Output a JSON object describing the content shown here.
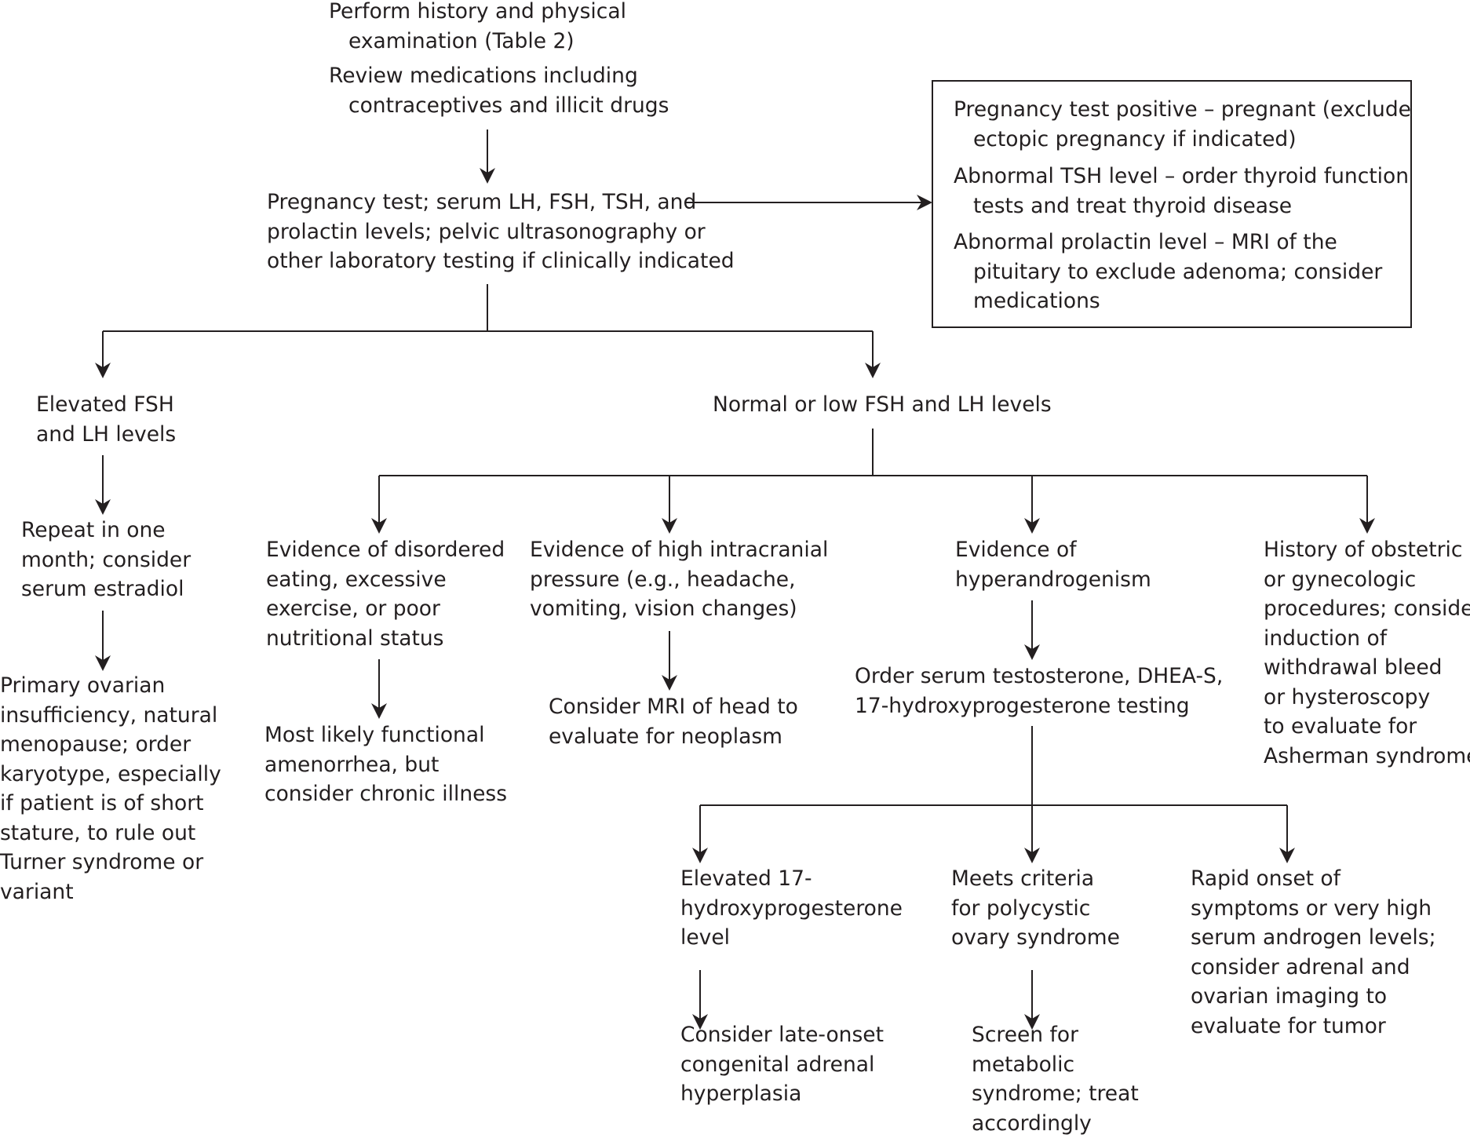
{
  "nodes": {
    "history": [
      "Perform history and physical",
      "examination (Table 2)"
    ],
    "medications": [
      "Review medications including",
      "contraceptives and illicit drugs"
    ],
    "tests": [
      "Pregnancy test; serum LH, FSH, TSH, and",
      "prolactin levels; pelvic ultrasonography or",
      "other laboratory testing if clinically indicated"
    ],
    "box_pregnancy": [
      "Pregnancy test positive – pregnant (exclude",
      "ectopic pregnancy if indicated)"
    ],
    "box_tsh": [
      "Abnormal TSH level – order thyroid function",
      "tests and treat thyroid disease"
    ],
    "box_prolactin": [
      "Abnormal prolactin level – MRI of the",
      "pituitary to exclude adenoma; consider",
      "medications"
    ],
    "elevated_fsh": [
      "Elevated FSH",
      "and LH levels"
    ],
    "normal_fsh": [
      "Normal or low FSH and LH levels"
    ],
    "repeat": [
      "Repeat in one",
      "month; consider",
      "serum estradiol"
    ],
    "primary_ovarian": [
      "Primary ovarian",
      "insufficiency, natural",
      "menopause; order",
      "karyotype, especially",
      "if patient is of short",
      "stature, to rule out",
      "Turner syndrome or",
      "variant"
    ],
    "disordered_eating": [
      "Evidence of disordered",
      "eating, excessive",
      "exercise, or poor",
      "nutritional status"
    ],
    "functional_amenorrhea": [
      "Most likely functional",
      "amenorrhea, but",
      "consider chronic illness"
    ],
    "intracranial": [
      "Evidence of high intracranial",
      "pressure (e.g., headache,",
      "vomiting, vision changes)"
    ],
    "mri_head": [
      "Consider MRI of head to",
      "evaluate for neoplasm"
    ],
    "hyperandrogenism": [
      "Evidence of",
      "hyperandrogenism"
    ],
    "order_serum": [
      "Order serum testosterone, DHEA-S,",
      "17-hydroxyprogesterone testing"
    ],
    "obstetric": [
      "History of obstetric",
      "or gynecologic",
      "procedures; consider",
      "induction of",
      "withdrawal bleed",
      "or hysteroscopy",
      "to evaluate for",
      "Asherman syndrome"
    ],
    "elevated_17": [
      "Elevated 17-",
      "hydroxyprogesterone",
      "level"
    ],
    "pcos": [
      "Meets criteria",
      "for polycystic",
      "ovary syndrome"
    ],
    "rapid_onset": [
      "Rapid onset of",
      "symptoms or very high",
      "serum androgen levels;",
      "consider adrenal and",
      "ovarian imaging to",
      "evaluate for tumor"
    ],
    "late_onset": [
      "Consider late-onset",
      "congenital adrenal",
      "hyperplasia"
    ],
    "metabolic": [
      "Screen for",
      "metabolic",
      "syndrome; treat",
      "accordingly"
    ]
  }
}
